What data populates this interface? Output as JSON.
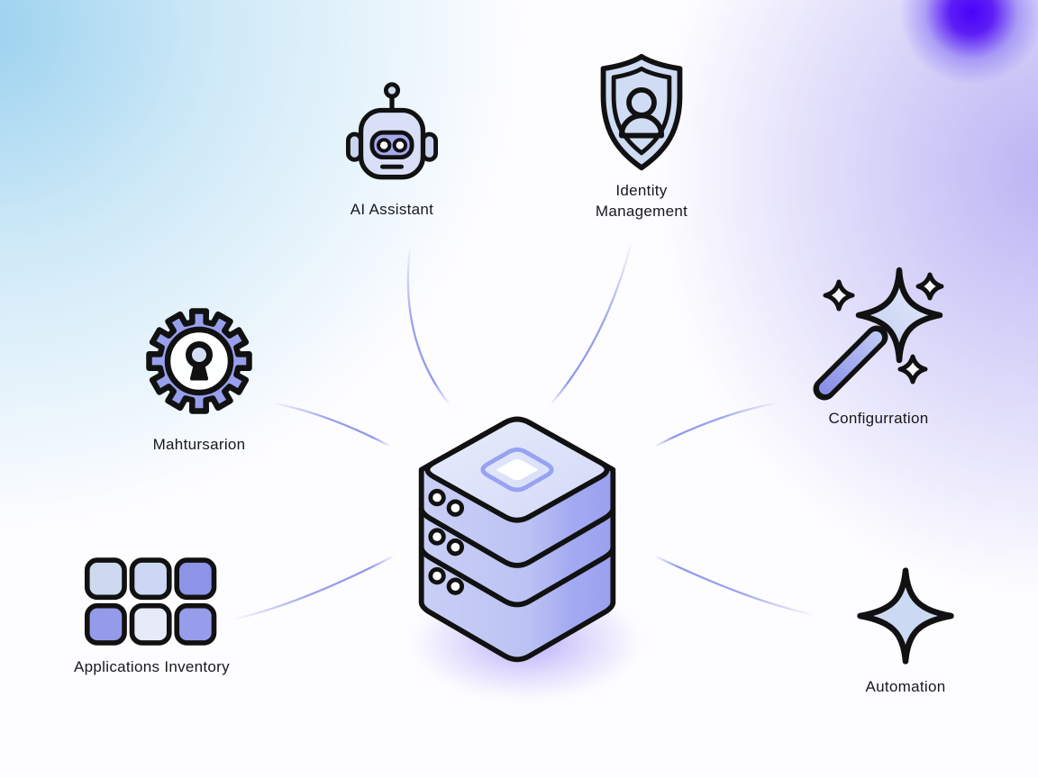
{
  "diagram": {
    "type": "hub-and-spoke feature diagram",
    "center": {
      "name": "Server stack",
      "icon": "server-stack-icon"
    },
    "nodes": [
      {
        "id": "ai-assistant",
        "label": "AI Assistant",
        "icon": "robot-icon",
        "position": "top-left"
      },
      {
        "id": "identity-management",
        "label": "Identity Management",
        "icon": "shield-user-icon",
        "position": "top-right"
      },
      {
        "id": "configurration",
        "label": "Configurration",
        "icon": "magic-wand-icon",
        "position": "right"
      },
      {
        "id": "automation",
        "label": "Automation",
        "icon": "sparkle-icon",
        "position": "bottom-right"
      },
      {
        "id": "applications-inventory",
        "label": "Applications Inventory",
        "icon": "app-grid-icon",
        "position": "bottom-left"
      },
      {
        "id": "mahtursarion",
        "label": "Mahtursarion",
        "icon": "gear-keyhole-icon",
        "position": "left"
      }
    ],
    "palette": {
      "outline": "#111111",
      "periwinkle": "#98a0ec",
      "light_blue": "#cfdcf4",
      "lavender_light": "#d9dff6",
      "connector": "#7d84e8",
      "background_blue": "#96cfee",
      "background_lavender": "#b8b1f3",
      "corner_blob_purple": "#4a02fa",
      "server_glow_purple": "#7a62f2"
    }
  }
}
